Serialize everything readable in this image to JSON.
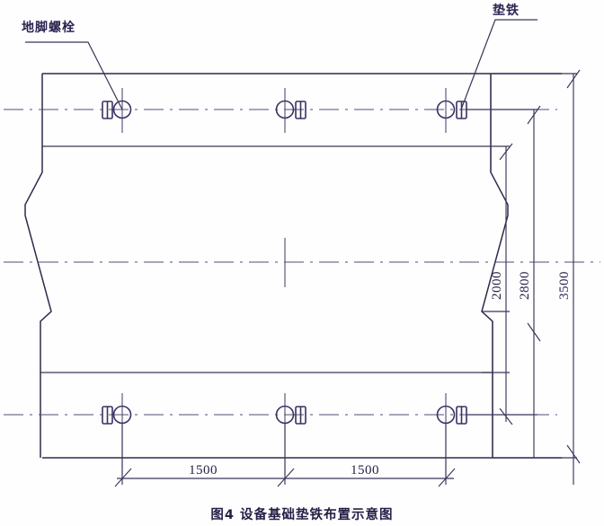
{
  "figure": {
    "caption": "图4  设备基础垫铁布置示意图",
    "caption_number": "图4",
    "caption_title": "设备基础垫铁布置示意图"
  },
  "callouts": [
    {
      "id": "anchor-bolt",
      "label": "地脚螺栓"
    },
    {
      "id": "shim-plate",
      "label": "垫铁"
    }
  ],
  "dimensions": {
    "horizontal": [
      {
        "id": "dim-h-left",
        "value": "1500"
      },
      {
        "id": "dim-h-right",
        "value": "1500"
      }
    ],
    "vertical": [
      {
        "id": "dim-v-2000",
        "value": "2000"
      },
      {
        "id": "dim-v-2800",
        "value": "2800"
      },
      {
        "id": "dim-v-3500",
        "value": "3500"
      }
    ]
  },
  "symbols": {
    "bolt_count": 6,
    "shim_count": 6,
    "bolt_name": "anchor-bolt-circle",
    "shim_name": "shim-rectangle"
  },
  "colors": {
    "line": "#3a3558",
    "outline": "#2e2a4a",
    "symbol": "#3c2f63",
    "text": "#241f45",
    "background": "#fefeff"
  }
}
